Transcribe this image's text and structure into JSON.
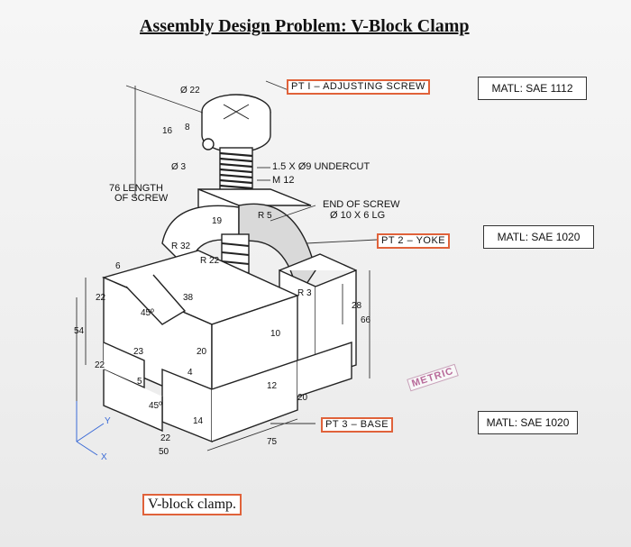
{
  "title": "Assembly Design Problem: V-Block Clamp",
  "parts": {
    "pt1": "PT I – ADJUSTING SCREW",
    "pt2": "PT 2 – YOKE",
    "pt3": "PT 3 – BASE"
  },
  "materials": {
    "pt1": "MATL: SAE 1112",
    "pt2": "MATL: SAE 1020",
    "pt3": "MATL: SAE 1020"
  },
  "notes": {
    "undercut": "1.5 X Ø9 UNDERCUT",
    "thread": "M 12",
    "end_of_screw_1": "END OF SCREW",
    "end_of_screw_2": "Ø 10 X 6 LG",
    "length_of_screw_1": "76 LENGTH",
    "length_of_screw_2": "OF SCREW",
    "metric": "METRIC",
    "caption": "V-block clamp."
  },
  "dimensions": {
    "d22": "Ø 22",
    "d16": "16",
    "d8": "8",
    "d3": "Ø 3",
    "r5": "R 5",
    "r19": "19",
    "r32": "R 32",
    "r22": "R 22",
    "r3": "R 3",
    "d6": "6",
    "d38": "38",
    "d22a": "22",
    "a45": "45º",
    "d54": "54",
    "d23": "23",
    "d20": "20",
    "d4": "4",
    "d22b": "22",
    "d5": "5",
    "a45b": "45º",
    "d14": "14",
    "d22c": "22",
    "d50": "50",
    "d10": "10",
    "d12": "12",
    "d20b": "20",
    "d28": "28",
    "d66": "66",
    "d75": "75"
  },
  "axes": {
    "x": "X",
    "y": "Y"
  }
}
